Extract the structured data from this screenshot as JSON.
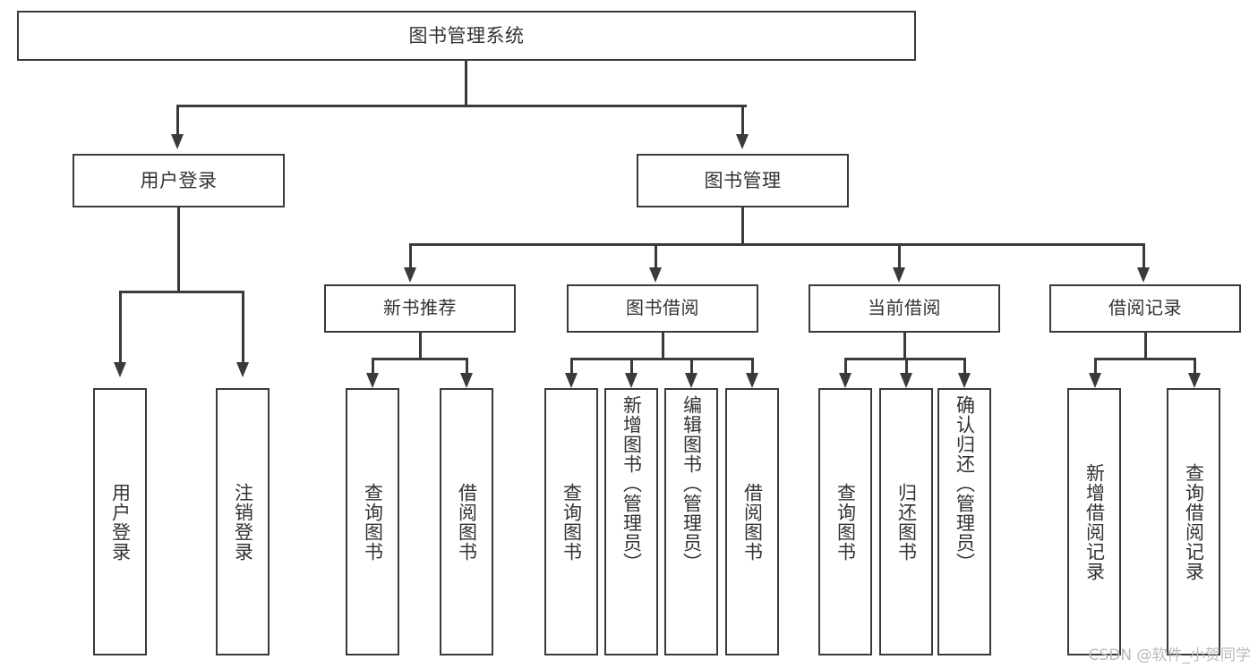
{
  "diagram": {
    "title": "图书管理系统",
    "watermark": "CSDN @软件_小贺同学",
    "root": {
      "label": "图书管理系统"
    },
    "level1": [
      {
        "label": "用户登录"
      },
      {
        "label": "图书管理"
      }
    ],
    "level2": [
      {
        "label": "新书推荐"
      },
      {
        "label": "图书借阅"
      },
      {
        "label": "当前借阅"
      },
      {
        "label": "借阅记录"
      }
    ],
    "leaves": {
      "user_login": [
        {
          "label": "用户登录"
        },
        {
          "label": "注销登录"
        }
      ],
      "new_book_recommend": [
        {
          "label": "查询图书"
        },
        {
          "label": "借阅图书"
        }
      ],
      "book_borrow": [
        {
          "label": "查询图书"
        },
        {
          "label": "新增图书（管理员）"
        },
        {
          "label": "编辑图书（管理员）"
        },
        {
          "label": "借阅图书"
        }
      ],
      "current_borrow": [
        {
          "label": "查询图书"
        },
        {
          "label": "归还图书"
        },
        {
          "label": "确认归还（管理员）"
        }
      ],
      "borrow_record": [
        {
          "label": "新增借阅记录"
        },
        {
          "label": "查询借阅记录"
        }
      ]
    },
    "colors": {
      "stroke": "#3a3a3a",
      "text": "#333333",
      "background": "#ffffff",
      "watermark": "#b9b9b9"
    }
  }
}
